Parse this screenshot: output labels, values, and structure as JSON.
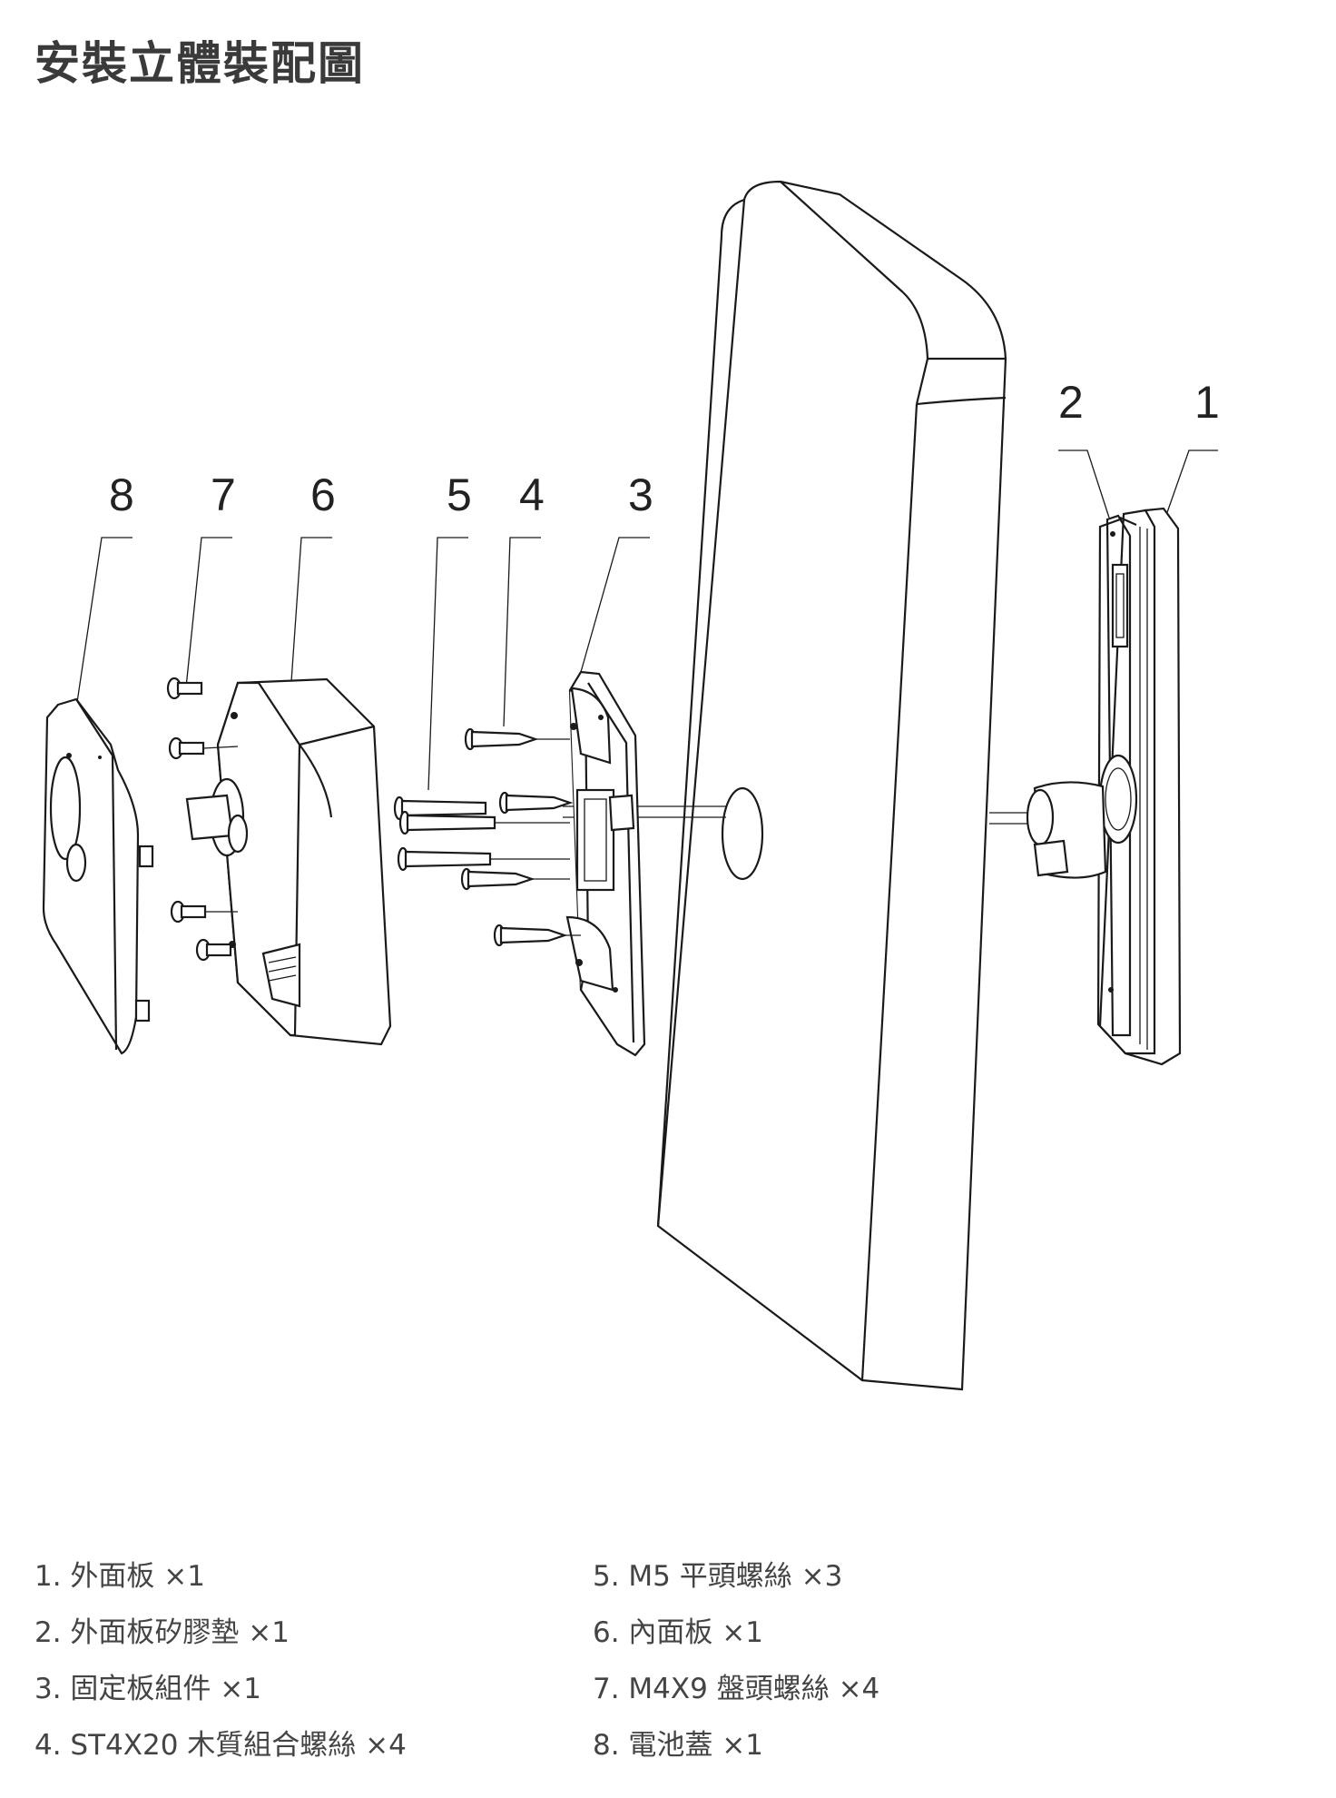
{
  "title": "安裝立體裝配圖",
  "callouts": [
    "8",
    "7",
    "6",
    "5",
    "4",
    "3",
    "2",
    "1"
  ],
  "legend": {
    "left": [
      "1. 外面板 ×1",
      "2. 外面板矽膠墊 ×1",
      "3. 固定板組件 ×1",
      "4. ST4X20 木質組合螺絲 ×4"
    ],
    "right": [
      "5. M5 平頭螺絲 ×3",
      "6. 內面板 ×1",
      "7. M4X9 盤頭螺絲 ×4",
      "8. 電池蓋 ×1"
    ]
  },
  "colors": {
    "line": "#1a1a1a",
    "text": "#333333",
    "background": "#ffffff"
  }
}
